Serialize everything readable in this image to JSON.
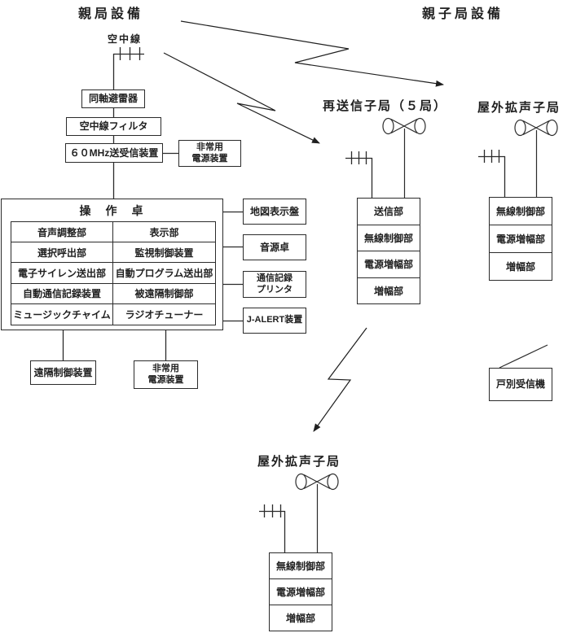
{
  "canvas": {
    "background": "#ffffff",
    "line_color": "#2b2b2b",
    "text_color": "#1f1f1f"
  },
  "titles": {
    "parent_station": "親局設備",
    "child_station": "親子局設備",
    "antenna_label": "空中線"
  },
  "parent_station": {
    "arrester": "同軸避雷器",
    "filter": "空中線フィルタ",
    "transceiver": "６０MHz送受信装置",
    "emergency_power_top": {
      "line1": "非常用",
      "line2": "電源装置"
    },
    "console": {
      "title": "操　作　卓",
      "left": [
        "音声調整部",
        "選択呼出部",
        "電子サイレン送出部",
        "自動通信記録装置",
        "ミュージックチャイム"
      ],
      "right": [
        "表示部",
        "監視制御装置",
        "自動プログラム送出部",
        "被遠隔制御部",
        "ラジオチューナー"
      ]
    },
    "peripherals": {
      "map_display": "地図表示盤",
      "sound_console": "音源卓",
      "printer": {
        "line1": "通信記録",
        "line2": "プリンタ"
      },
      "jalert": "J-ALERT装置"
    },
    "remote_control": "遠隔制御装置",
    "emergency_power_bottom": {
      "line1": "非常用",
      "line2": "電源装置"
    }
  },
  "relay_station": {
    "title": "再送信子局（５局）",
    "units": [
      "送信部",
      "無線制御部",
      "電源増幅部",
      "増幅部"
    ]
  },
  "outdoor_station_right": {
    "title": "屋外拡声子局",
    "units": [
      "無線制御部",
      "電源増幅部",
      "増幅部"
    ]
  },
  "outdoor_station_bottom": {
    "title": "屋外拡声子局",
    "units": [
      "無線制御部",
      "電源増幅部",
      "増幅部"
    ]
  },
  "home_receiver": "戸別受信機"
}
